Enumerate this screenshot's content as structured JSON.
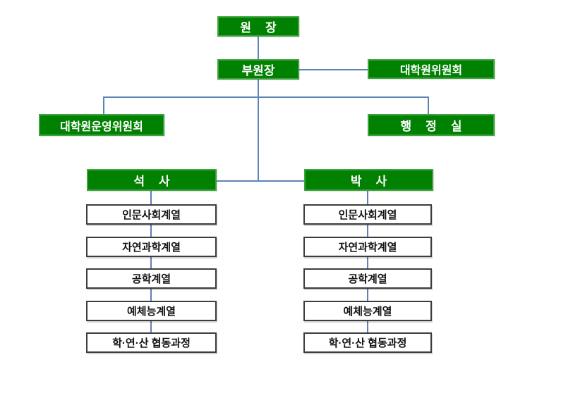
{
  "chart": {
    "type": "org-chart",
    "root": {
      "label": "원 장"
    },
    "vice": {
      "label": "부원장"
    },
    "committees": {
      "grad_committee": "대학원위원회",
      "operating_committee": "대학원운영위원회",
      "admin_office": "행 정 실"
    },
    "programs": {
      "masters": {
        "label": "석 사",
        "departments": [
          "인문사회계열",
          "자연과학계열",
          "공학계열",
          "예체능계열",
          "학·연·산 협동과정"
        ]
      },
      "doctoral": {
        "label": "박 사",
        "departments": [
          "인문사회계열",
          "자연과학계열",
          "공학계열",
          "예체능계열",
          "학·연·산 협동과정"
        ]
      }
    },
    "colors": {
      "node_fill_green": "#018101",
      "node_border_green": "#3fa33f",
      "node_text_white": "#ffffff",
      "dept_fill_white": "#ffffff",
      "dept_border_gray": "#3d3d3d",
      "dept_text_black": "#111111",
      "connector_blue": "#5b83b8",
      "background": "#ffffff"
    }
  }
}
